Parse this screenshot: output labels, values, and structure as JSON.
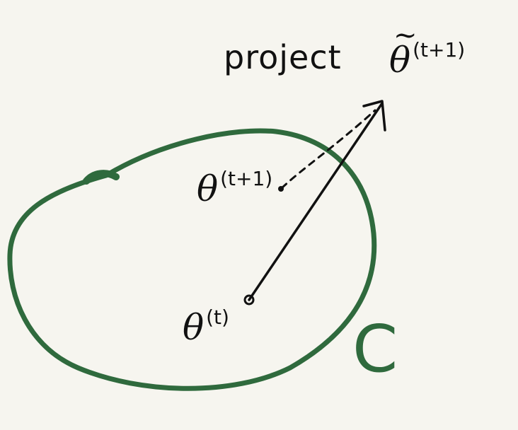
{
  "title": "",
  "labels": {
    "project": "project",
    "set": "C",
    "theta_tilde": {
      "symbol": "θ",
      "sup": "(t+1)",
      "accent": "~"
    },
    "theta_next": {
      "symbol": "θ",
      "sup": "(t+1)"
    },
    "theta_current": {
      "symbol": "θ",
      "sup": "(t)"
    }
  },
  "colors": {
    "background": "#f6f5ef",
    "set_outline": "#2f6a3d",
    "ink": "#111111"
  }
}
